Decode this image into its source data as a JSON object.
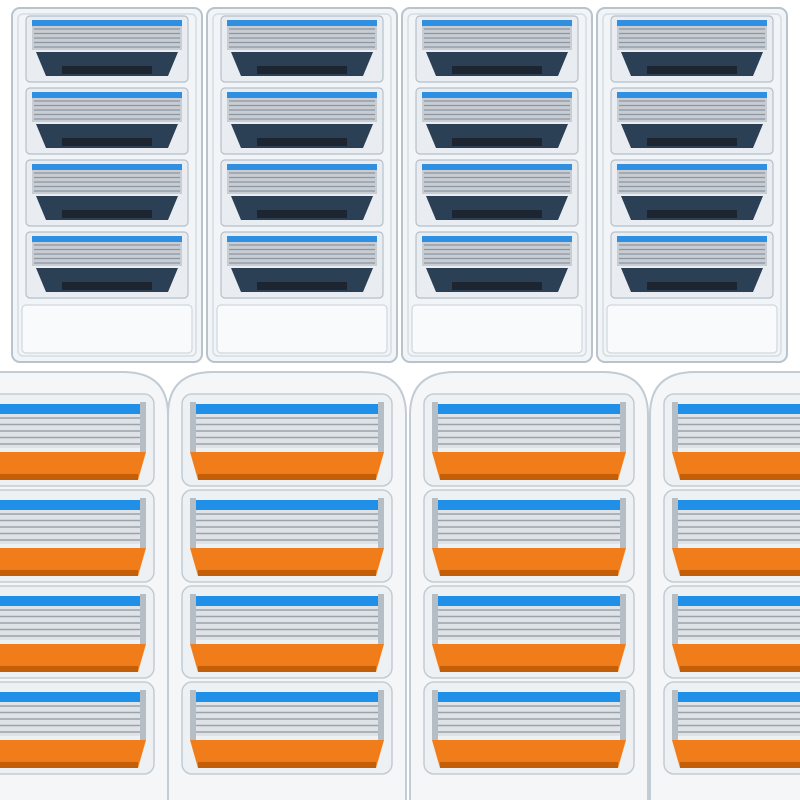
{
  "colors": {
    "background": "#ffffff",
    "tray_fill": "#f2f5f8",
    "tray_stroke": "#b9c3cc",
    "blade_steel": "#c7cdd3",
    "blade_dark": "#2b3f55",
    "blade_blue_strip": "#2f8fe0",
    "blade_black_comb": "#1d2630",
    "orange_comb": "#f07d1a",
    "orange_dark": "#c35f08",
    "blue_strip": "#1e90e8"
  },
  "top_group": {
    "columns": 4,
    "cartridges_per_column": 4,
    "style": "dark-blue-cartridge"
  },
  "bottom_group": {
    "columns": 4,
    "cartridges_per_column": 4,
    "style": "orange-cartridge"
  }
}
